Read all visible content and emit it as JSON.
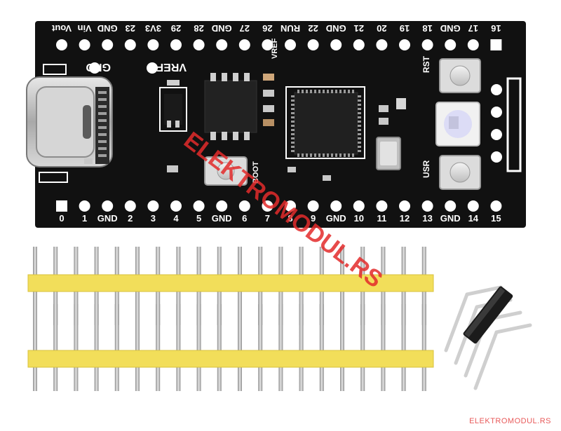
{
  "board": {
    "top_pins": [
      "Vout",
      "Vin",
      "GND",
      "23",
      "3V3",
      "29",
      "28",
      "GND",
      "27",
      "26",
      "RUN",
      "22",
      "GND",
      "21",
      "20",
      "19",
      "18",
      "GND",
      "17",
      "16"
    ],
    "bottom_pins": [
      "0",
      "1",
      "GND",
      "2",
      "3",
      "4",
      "5",
      "GND",
      "6",
      "7",
      "8",
      "9",
      "GND",
      "10",
      "11",
      "12",
      "13",
      "GND",
      "14",
      "15"
    ],
    "silk": {
      "gnd": "GND",
      "vref": "VREF",
      "vref_small": "VREF",
      "rst": "RST",
      "usr": "USR",
      "boot": "BOOT"
    },
    "colors": {
      "pcb": "#111111",
      "silk": "#ffffff",
      "header_plastic": "#f2de5a",
      "pin_metal": "#b7b7b7"
    }
  },
  "watermark": {
    "overlay": "ELEKTROMODUL.RS",
    "footer": "ELEKTROMODUL.RS"
  }
}
